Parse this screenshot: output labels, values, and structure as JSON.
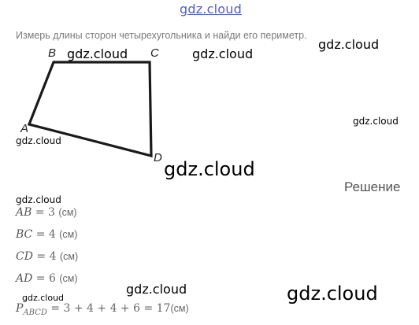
{
  "header": {
    "site_logo": "gdz.cloud"
  },
  "task": {
    "text": "Измерь длины сторон четырехугольника и найди его периметр."
  },
  "figure": {
    "vertices": {
      "A": "A",
      "B": "B",
      "C": "C",
      "D": "D"
    }
  },
  "watermarks": [
    "gdz.cloud",
    "gdz.cloud",
    "gdz.cloud",
    "gdz.cloud",
    "gdz.cloud",
    "gdz.cloud",
    "gdz.cloud",
    "gdz.cloud",
    "gdz.cloud",
    "gdz.cloud"
  ],
  "solution": {
    "title": "Решение",
    "lines": [
      {
        "lhs": "AB",
        "value": "= 3",
        "unit": "(см)"
      },
      {
        "lhs": "BC",
        "value": "= 4",
        "unit": "(см)"
      },
      {
        "lhs": "CD",
        "value": "= 4",
        "unit": "(см)"
      },
      {
        "lhs": "AD",
        "value": "= 6",
        "unit": "(см)"
      }
    ],
    "perimeter": {
      "symbol": "P",
      "subscript": "ABCD",
      "expression": "= 3 + 4 + 4 + 6 = 17",
      "unit": "(см)"
    }
  }
}
